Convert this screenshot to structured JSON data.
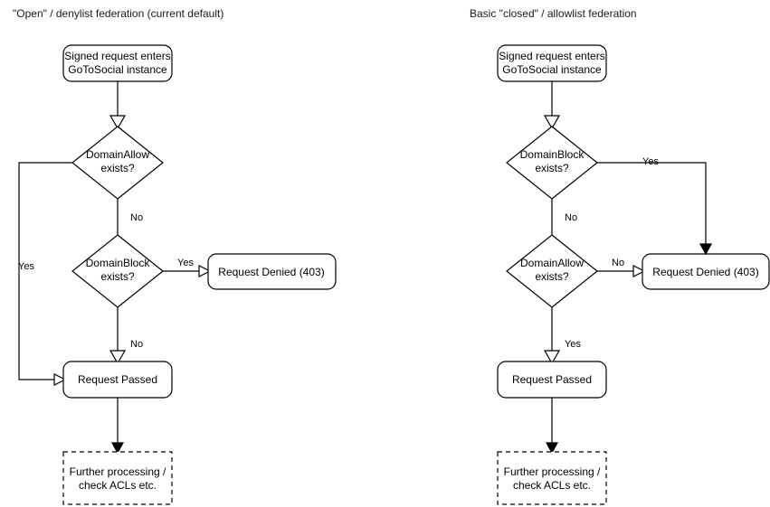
{
  "diagrams": [
    {
      "id": "open-denylist",
      "title": "\"Open\" / denylist federation (current default)",
      "nodes": {
        "entry": "Signed request enters\nGoToSocial instance",
        "entry_line1": "Signed request enters",
        "entry_line2": "GoToSocial instance",
        "decision1": "DomainAllow\nexists?",
        "decision1_line1": "DomainAllow",
        "decision1_line2": "exists?",
        "decision2": "DomainBlock\nexists?",
        "decision2_line1": "DomainBlock",
        "decision2_line2": "exists?",
        "denied": "Request Denied (403)",
        "passed": "Request Passed",
        "further_line1": "Further processing /",
        "further_line2": "check ACLs etc."
      },
      "edge_labels": {
        "allow_yes": "Yes",
        "allow_no": "No",
        "block_yes": "Yes",
        "block_no": "No"
      }
    },
    {
      "id": "closed-allowlist",
      "title": "Basic \"closed\" / allowlist federation",
      "nodes": {
        "entry": "Signed request enters\nGoToSocial instance",
        "entry_line1": "Signed request enters",
        "entry_line2": "GoToSocial instance",
        "decision1": "DomainBlock\nexists?",
        "decision1_line1": "DomainBlock",
        "decision1_line2": "exists?",
        "decision2": "DomainAllow\nexists?",
        "decision2_line1": "DomainAllow",
        "decision2_line2": "exists?",
        "denied": "Request Denied (403)",
        "passed": "Request Passed",
        "further_line1": "Further processing /",
        "further_line2": "check ACLs etc."
      },
      "edge_labels": {
        "block_yes": "Yes",
        "block_no": "No",
        "allow_no": "No",
        "allow_yes": "Yes"
      }
    }
  ],
  "style": {
    "stroke_color": "#000000",
    "fill_color": "#ffffff",
    "text_color": "#000000",
    "background": "#ffffff"
  }
}
